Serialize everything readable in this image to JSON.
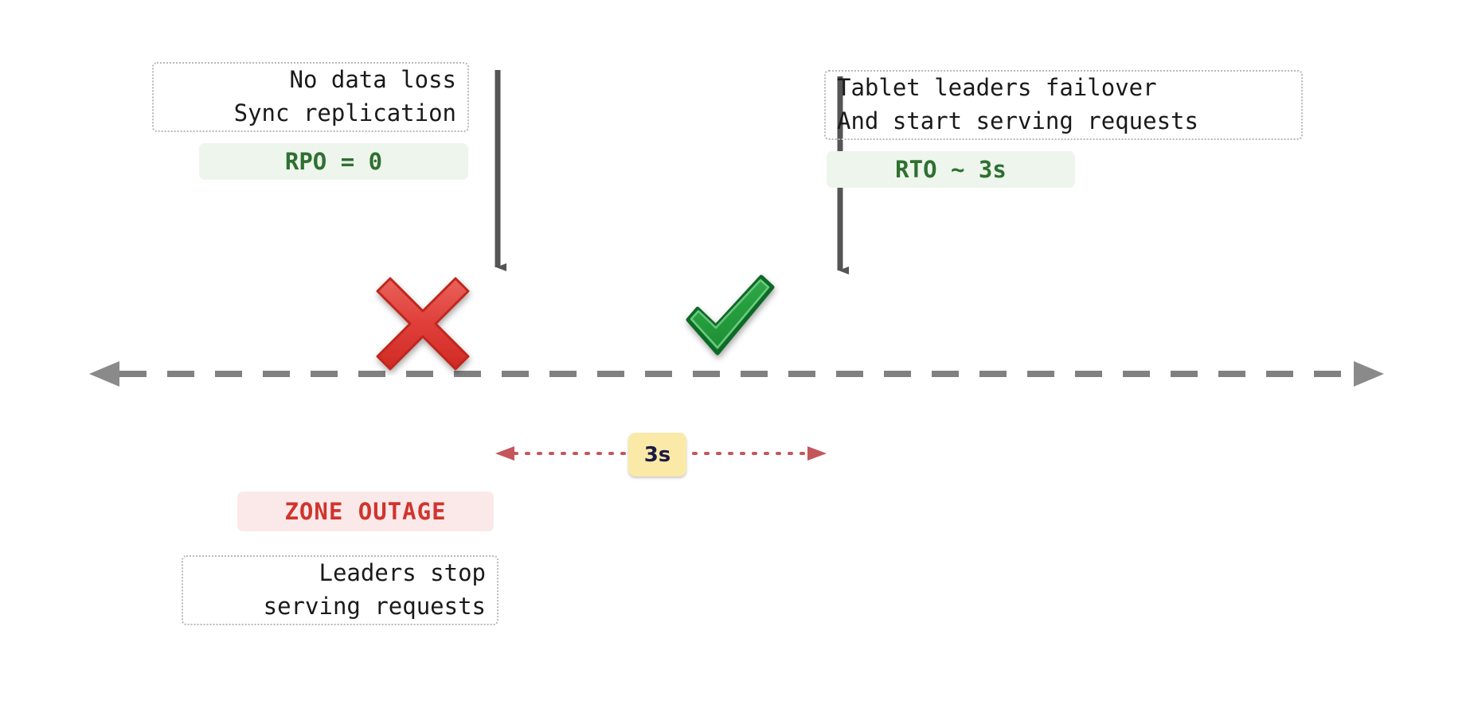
{
  "diagram": {
    "title_absent": true,
    "background_color": "#ffffff",
    "timeline": {
      "name": "event-timeline",
      "style": "dashed",
      "color": "#808080",
      "left_arrowhead": true,
      "right_arrowhead": true
    },
    "events": [
      {
        "id": "zone-outage",
        "marker": "cross-mark",
        "marker_color": "#d93025",
        "note_above": {
          "line1": "No data loss",
          "line2": "Sync replication"
        },
        "metric_badge": {
          "label": "RPO = 0",
          "text_color": "#2e7031",
          "bg_color": "#eef5ec"
        },
        "status_badge": {
          "label": "ZONE OUTAGE",
          "text_color": "#d0342c",
          "bg_color": "#fbe9ea"
        },
        "note_below": {
          "line1": "Leaders stop",
          "line2": "serving requests"
        }
      },
      {
        "id": "failover-complete",
        "marker": "check-mark",
        "marker_color": "#2ea44f",
        "note_above": {
          "line1": "Tablet leaders failover",
          "line2": "And start serving requests"
        },
        "metric_badge": {
          "label": "RTO ~ 3s",
          "text_color": "#2e7031",
          "bg_color": "#eef5ec"
        }
      }
    ],
    "interval": {
      "label": "3s",
      "label_bg_color": "#fbe9a7",
      "label_text_color": "#1b1b44",
      "line_color": "#c4565b",
      "line_style": "dotted",
      "both_arrowheads": true
    }
  }
}
